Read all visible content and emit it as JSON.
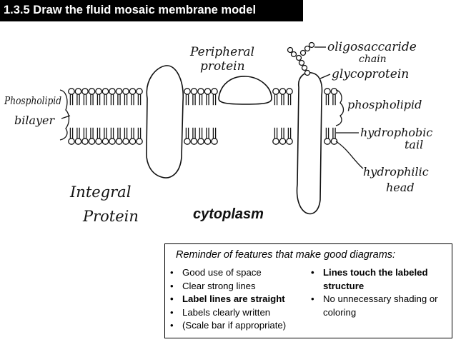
{
  "title": "1.3.5 Draw the fluid mosaic membrane model",
  "diagram": {
    "labels": {
      "peripheral_protein": [
        "Peripheral",
        "protein"
      ],
      "oligosaccharide": [
        "oligosaccaride",
        "chain"
      ],
      "glycoprotein": "glycoprotein",
      "phospholipid": "phospholipid",
      "phospholipid_bilayer": [
        "Phospholipid",
        "bilayer"
      ],
      "hydrophobic_tail": [
        "hydrophobic",
        "tail"
      ],
      "hydrophilic_head": [
        "hydrophilic",
        "head"
      ],
      "integral_protein": [
        "Integral",
        "Protein"
      ],
      "cytoplasm": "cytoplasm"
    }
  },
  "reminder": {
    "title": "Reminder of features that make good diagrams:",
    "left_items": [
      "Good use of space",
      "Clear strong lines",
      "Label lines are straight",
      "Labels clearly written",
      "(Scale bar if appropriate)"
    ],
    "right_items": [
      "Lines touch the labeled structure",
      "No unnecessary shading or coloring"
    ]
  }
}
